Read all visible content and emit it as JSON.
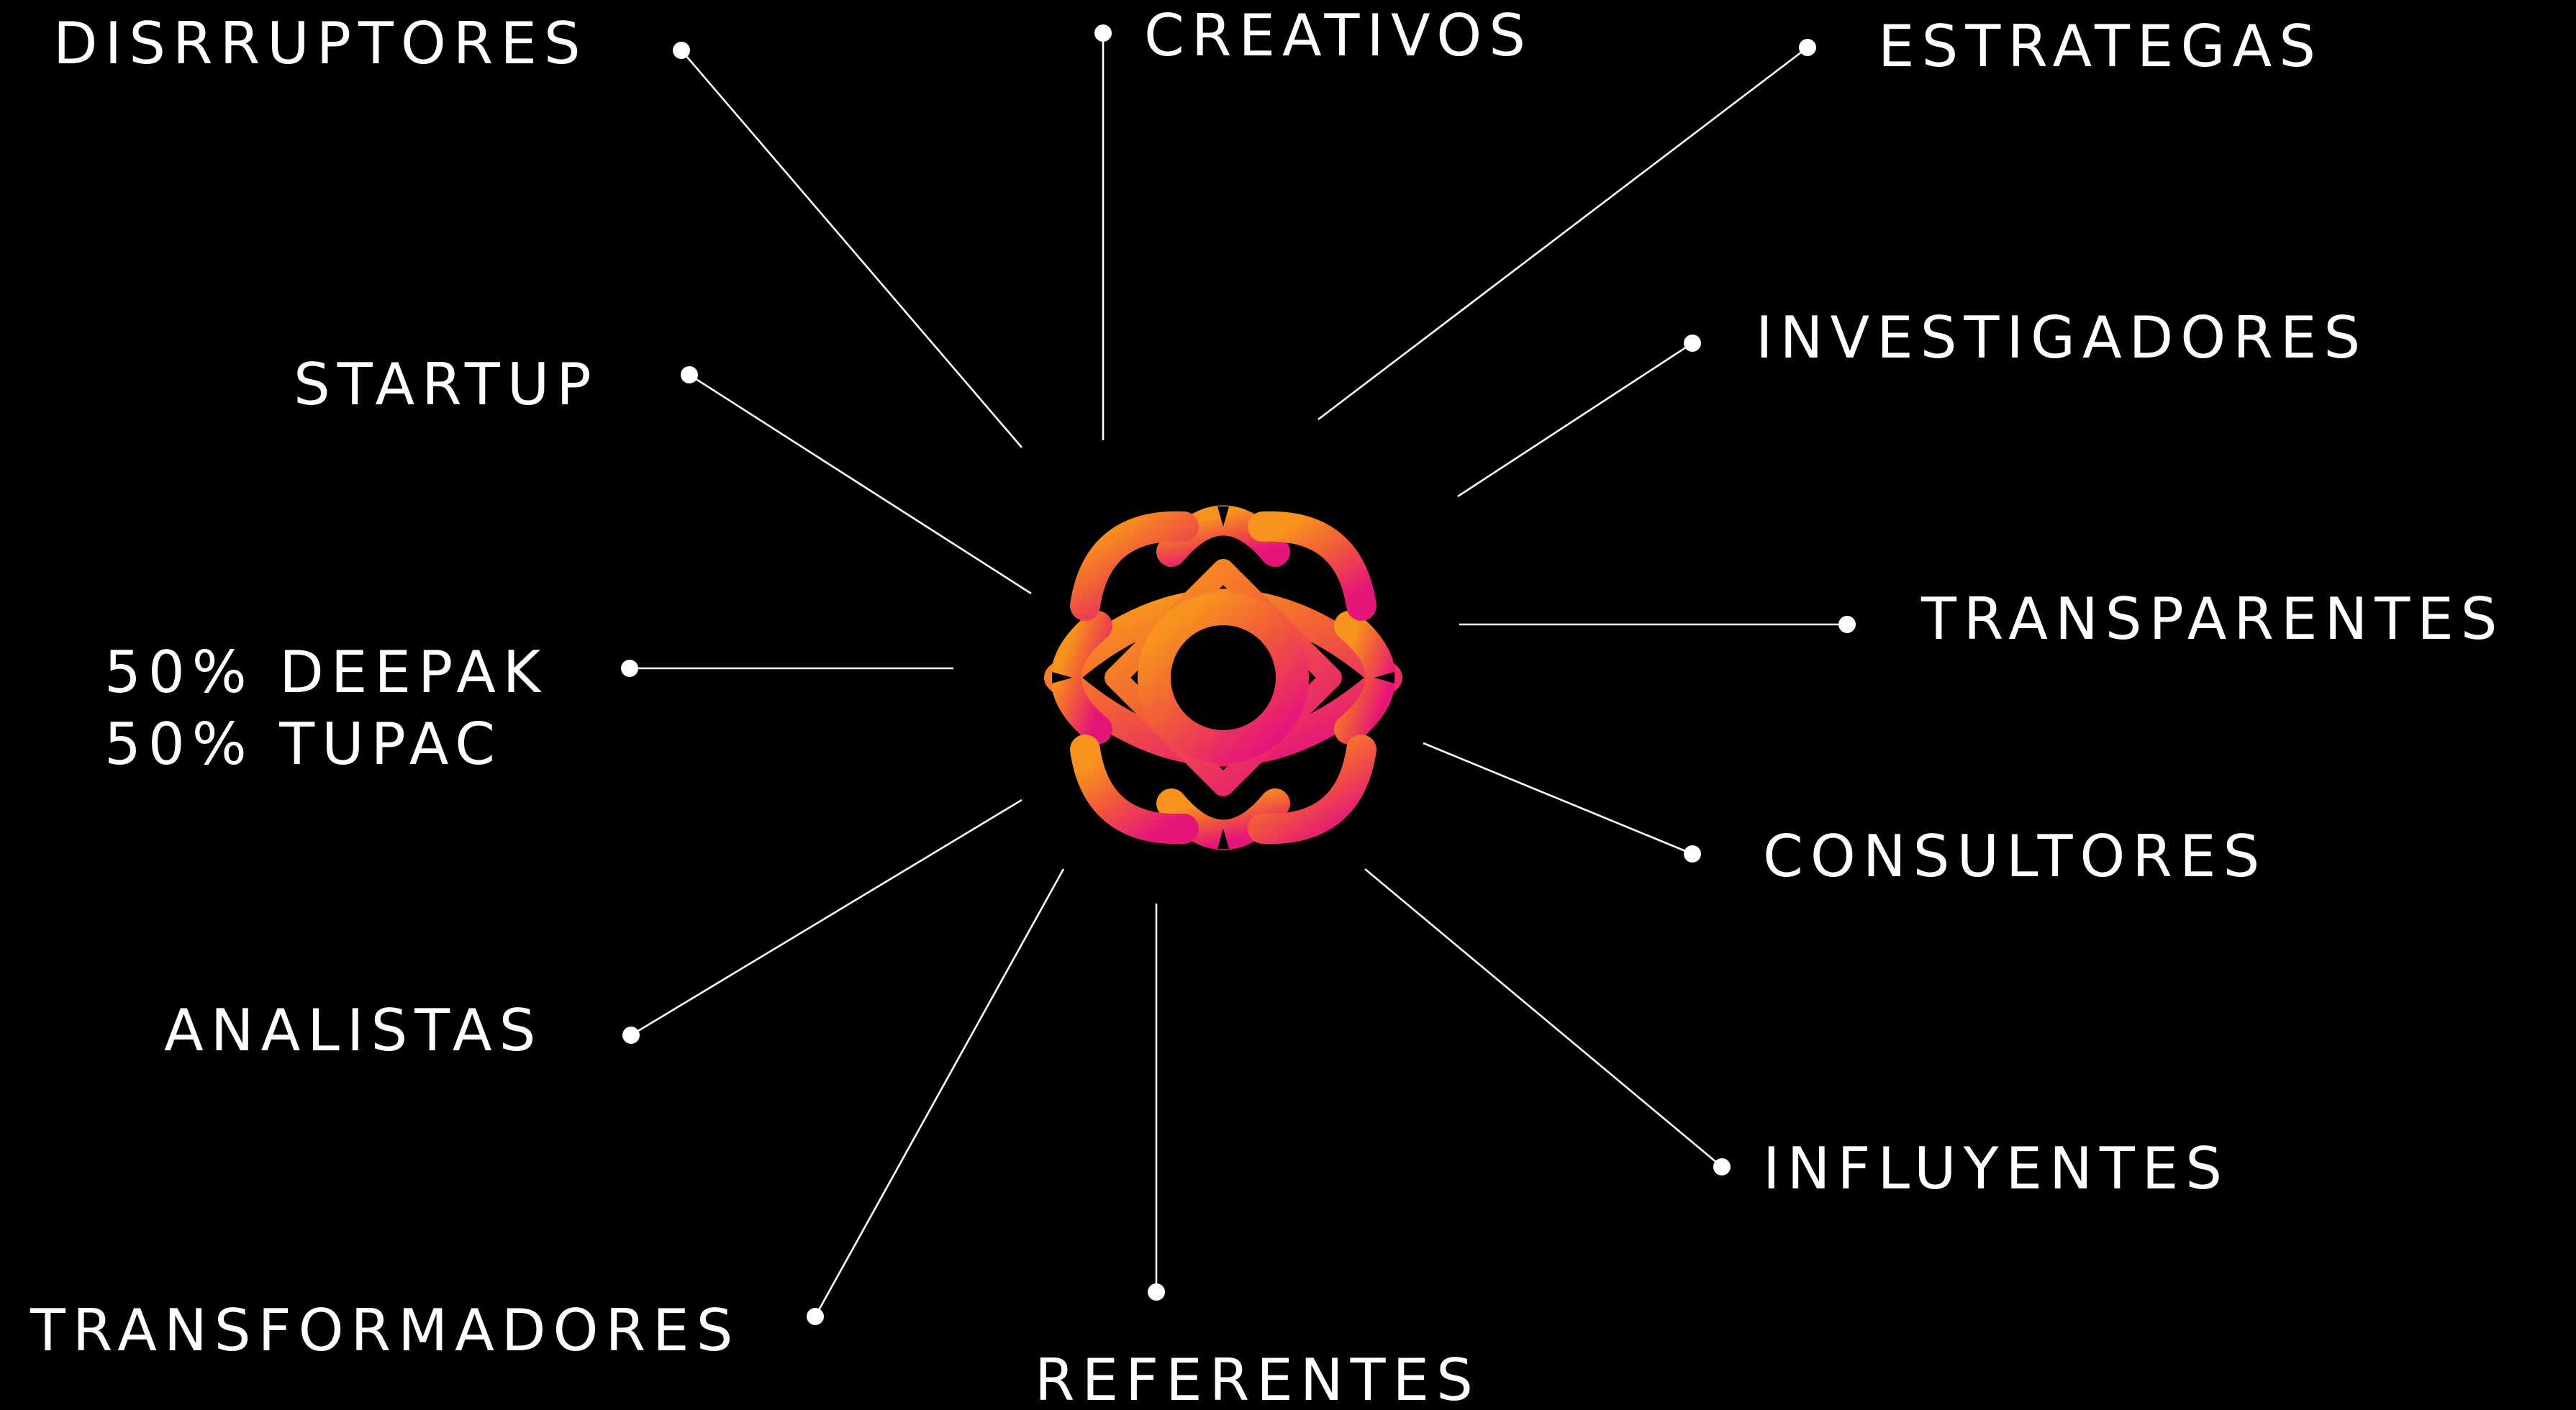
{
  "labels": {
    "disrruptores": "DISRRUPTORES",
    "creativos": "CREATIVOS",
    "estrategas": "ESTRATEGAS",
    "startup": "STARTUP",
    "investigadores": "INVESTIGADORES",
    "deepak": "50% DEEPAK",
    "tupac": "50% TUPAC",
    "transparentes": "TRANSPARENTES",
    "consultores": "CONSULTORES",
    "analistas": "ANALISTAS",
    "influyentes": "INFLUYENTES",
    "transformadores": "TRANSFORMADORES",
    "referentes": "REFERENTES"
  },
  "colors": {
    "background": "#000000",
    "text": "#ffffff",
    "lines": "#ffffff",
    "logo_gradient_start": "#F7931E",
    "logo_gradient_end": "#E6157A"
  },
  "center_icon": "eye-lotus-logo"
}
